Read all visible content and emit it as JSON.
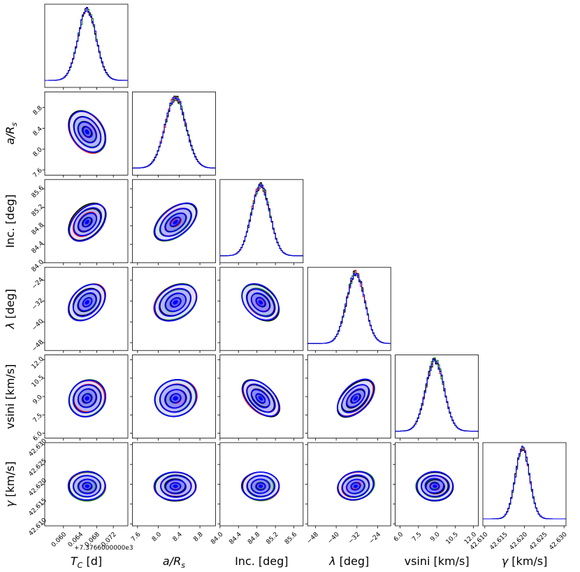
{
  "chart_data": {
    "type": "corner",
    "grid": false,
    "series_colors": [
      "#ff0000",
      "#008000",
      "#000000",
      "#0000ff"
    ],
    "contour_fill": "#0000ff",
    "parameters": [
      {
        "key": "tc",
        "label": "T_C [d]",
        "label_main": "T",
        "label_sub": "C",
        "label_rest": " [d]",
        "italic": true,
        "range": [
          0.0555,
          0.0755
        ],
        "ticks": [
          "0.060",
          "0.064",
          "0.068",
          "0.072"
        ],
        "tick_values": [
          0.06,
          0.064,
          0.068,
          0.072
        ],
        "offset_text": "+7.3766000000e3",
        "mean": 0.0657,
        "sd": 0.0022
      },
      {
        "key": "ars",
        "label": "a/R_s",
        "label_main": "a/R",
        "label_sub": "s",
        "label_rest": "",
        "italic": true,
        "range": [
          7.5,
          9.1
        ],
        "ticks": [
          "7.6",
          "8.0",
          "8.4",
          "8.8"
        ],
        "tick_values": [
          7.6,
          8.0,
          8.4,
          8.8
        ],
        "mean": 8.33,
        "sd": 0.2
      },
      {
        "key": "inc",
        "label": "Inc. [deg]",
        "label_main": "Inc. [deg]",
        "label_sub": "",
        "label_rest": "",
        "italic": false,
        "range": [
          84.0,
          85.8
        ],
        "ticks": [
          "84.0",
          "84.4",
          "84.8",
          "85.2",
          "85.6"
        ],
        "tick_values": [
          84.0,
          84.4,
          84.8,
          85.2,
          85.6
        ],
        "mean": 84.88,
        "sd": 0.2
      },
      {
        "key": "lam",
        "label": "λ [deg]",
        "label_main": "λ",
        "label_sub": "",
        "label_rest": " [deg]",
        "italic": true,
        "range": [
          -51,
          -19
        ],
        "ticks": [
          "−48",
          "−40",
          "−32",
          "−24"
        ],
        "tick_values": [
          -48,
          -40,
          -32,
          -24
        ],
        "mean": -32.5,
        "sd": 3.5
      },
      {
        "key": "vsini",
        "label": "vsini [km/s]",
        "label_main": "vsini [km/s]",
        "label_sub": "",
        "label_rest": "",
        "italic": false,
        "range": [
          5.6,
          12.4
        ],
        "ticks": [
          "6.0",
          "7.5",
          "9.0",
          "10.5",
          "12.0"
        ],
        "tick_values": [
          6.0,
          7.5,
          9.0,
          10.5,
          12.0
        ],
        "mean": 8.85,
        "sd": 0.75
      },
      {
        "key": "gamma",
        "label": "γ [km/s]",
        "label_main": "γ",
        "label_sub": "",
        "label_rest": " [km/s]",
        "italic": true,
        "range": [
          42.6095,
          42.6305
        ],
        "ticks": [
          "42.610",
          "42.615",
          "42.620",
          "42.625",
          "42.630"
        ],
        "tick_values": [
          42.61,
          42.615,
          42.62,
          42.625,
          42.63
        ],
        "mean": 42.6195,
        "sd": 0.0018
      }
    ],
    "correlations": [
      [
        1,
        -0.35,
        0.4,
        0.35,
        0.1,
        0.0
      ],
      [
        -0.35,
        1,
        0.5,
        0.3,
        0.1,
        0.0
      ],
      [
        0.4,
        0.5,
        1,
        -0.35,
        -0.5,
        0.0
      ],
      [
        0.35,
        0.3,
        -0.35,
        1,
        0.5,
        0.15
      ],
      [
        0.1,
        0.1,
        -0.5,
        0.5,
        1,
        0.0
      ],
      [
        0.0,
        0.0,
        0.0,
        0.15,
        0.0,
        1
      ]
    ],
    "contour_levels_sigma": [
      0.5,
      1.0,
      1.5,
      2.0
    ]
  }
}
